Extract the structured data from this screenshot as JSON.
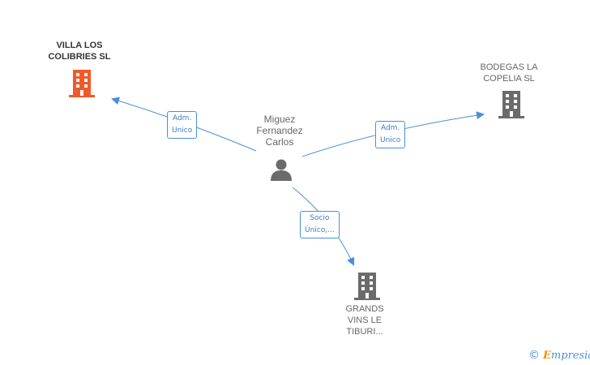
{
  "person": {
    "lines": [
      "Miguez",
      "Fernandez",
      "Carlos"
    ],
    "icon": "person-icon"
  },
  "companies": [
    {
      "lines": [
        "VILLA LOS",
        "COLIBRIES SL"
      ],
      "icon": "building-icon",
      "color": "#f05a28"
    },
    {
      "lines": [
        "BODEGAS LA",
        "COPELIA  SL"
      ],
      "icon": "building-icon",
      "color": "#6b6b6b"
    },
    {
      "lines": [
        "GRANDS",
        "VINS LE",
        "TIBURI..."
      ],
      "icon": "building-icon",
      "color": "#6b6b6b"
    }
  ],
  "relations": [
    {
      "lines": [
        "Adm.",
        "Unico"
      ]
    },
    {
      "lines": [
        "Adm.",
        "Unico"
      ]
    },
    {
      "lines": [
        "Socio",
        "Único,..."
      ]
    }
  ],
  "brand": {
    "copyright": "©",
    "e": "E",
    "rest": "mpresia"
  },
  "colors": {
    "edge": "#4a90d9",
    "highlight": "#f05a28",
    "building": "#6b6b6b",
    "person": "#6b6b6b"
  }
}
